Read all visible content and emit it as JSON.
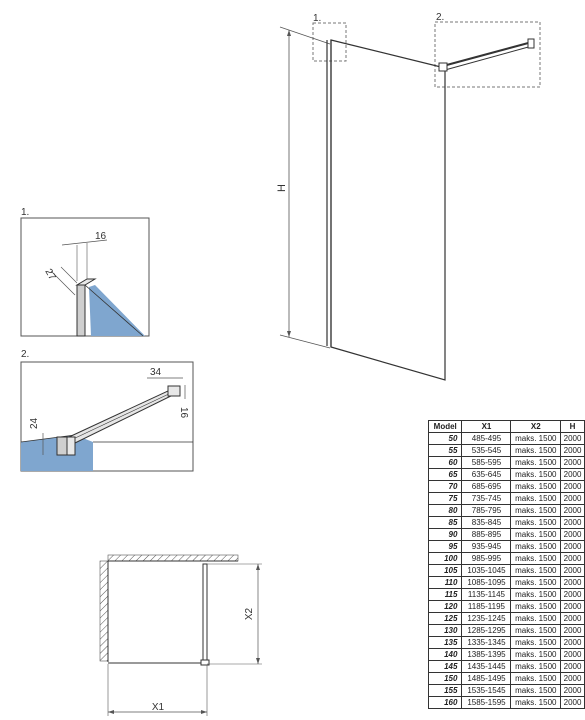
{
  "main_view": {
    "callout_1": "1.",
    "callout_2": "2.",
    "height_label": "H"
  },
  "detail_1": {
    "title": "1.",
    "dim_a": "16",
    "dim_b": "27"
  },
  "detail_2": {
    "title": "2.",
    "dim_a": "34",
    "dim_b": "16",
    "dim_c": "24"
  },
  "plan_view": {
    "x1_label": "X1",
    "x2_label": "X2"
  },
  "table": {
    "headers": [
      "Model",
      "X1",
      "X2",
      "H"
    ],
    "rows": [
      [
        "50",
        "485-495",
        "maks. 1500",
        "2000"
      ],
      [
        "55",
        "535-545",
        "maks. 1500",
        "2000"
      ],
      [
        "60",
        "585-595",
        "maks. 1500",
        "2000"
      ],
      [
        "65",
        "635-645",
        "maks. 1500",
        "2000"
      ],
      [
        "70",
        "685-695",
        "maks. 1500",
        "2000"
      ],
      [
        "75",
        "735-745",
        "maks. 1500",
        "2000"
      ],
      [
        "80",
        "785-795",
        "maks. 1500",
        "2000"
      ],
      [
        "85",
        "835-845",
        "maks. 1500",
        "2000"
      ],
      [
        "90",
        "885-895",
        "maks. 1500",
        "2000"
      ],
      [
        "95",
        "935-945",
        "maks. 1500",
        "2000"
      ],
      [
        "100",
        "985-995",
        "maks. 1500",
        "2000"
      ],
      [
        "105",
        "1035-1045",
        "maks. 1500",
        "2000"
      ],
      [
        "110",
        "1085-1095",
        "maks. 1500",
        "2000"
      ],
      [
        "115",
        "1135-1145",
        "maks. 1500",
        "2000"
      ],
      [
        "120",
        "1185-1195",
        "maks. 1500",
        "2000"
      ],
      [
        "125",
        "1235-1245",
        "maks. 1500",
        "2000"
      ],
      [
        "130",
        "1285-1295",
        "maks. 1500",
        "2000"
      ],
      [
        "135",
        "1335-1345",
        "maks. 1500",
        "2000"
      ],
      [
        "140",
        "1385-1395",
        "maks. 1500",
        "2000"
      ],
      [
        "145",
        "1435-1445",
        "maks. 1500",
        "2000"
      ],
      [
        "150",
        "1485-1495",
        "maks. 1500",
        "2000"
      ],
      [
        "155",
        "1535-1545",
        "maks. 1500",
        "2000"
      ],
      [
        "160",
        "1585-1595",
        "maks. 1500",
        "2000"
      ]
    ]
  },
  "colors": {
    "glass": "#7fa6cf",
    "line": "#333333",
    "dim": "#555555"
  }
}
